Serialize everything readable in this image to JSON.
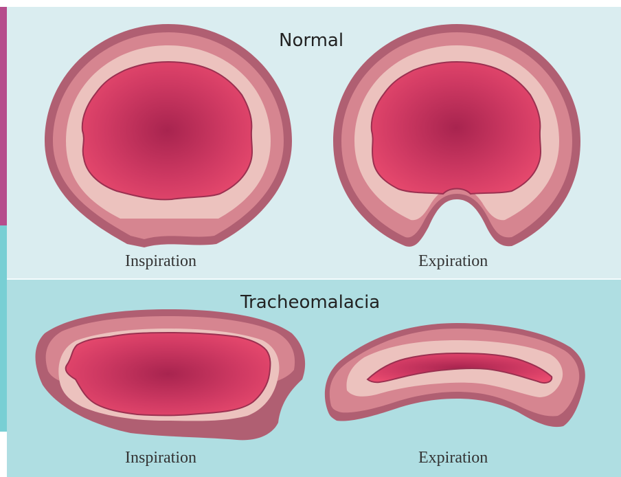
{
  "normal": {
    "title": "Normal",
    "left_caption": "Inspiration",
    "right_caption": "Expiration"
  },
  "tracheomalacia": {
    "title": "Tracheomalacia",
    "left_caption": "Inspiration",
    "right_caption": "Expiration"
  },
  "colors": {
    "wall_outer": "#b05f72",
    "wall": "#d68590",
    "submucosa": "#ecc2be",
    "lumen_light": "#e84a6e",
    "lumen_dark": "#a8244f",
    "panel_top": "#daedf0",
    "panel_bottom": "#afdee2"
  }
}
